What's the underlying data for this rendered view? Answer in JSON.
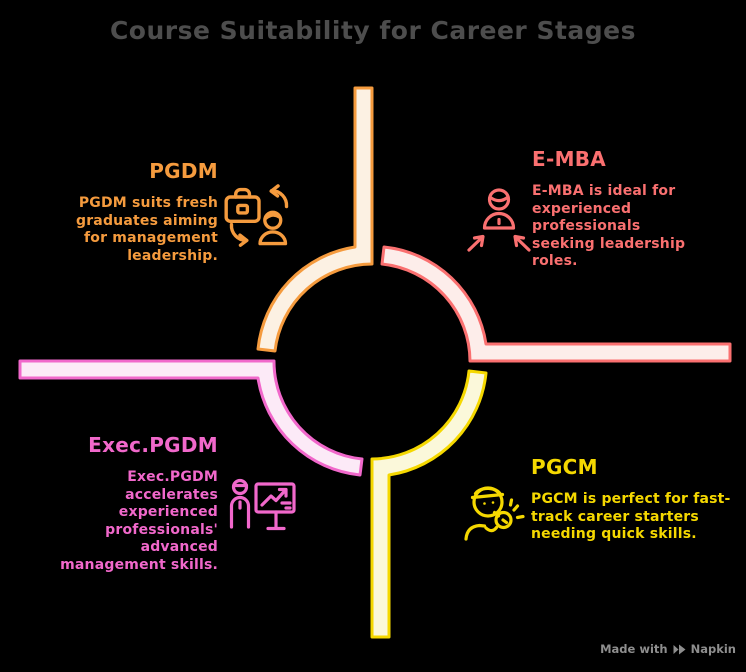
{
  "title": "Course Suitability for Career Stages",
  "diagram": {
    "type": "cycle-quadrants",
    "background": "#000000",
    "title_color": "#4D4D4D",
    "segments": [
      {
        "id": "pgdm",
        "position": "top-left",
        "heading": "PGDM",
        "body": "PGDM suits fresh\ngraduates aiming\nfor management\nleadership.",
        "color": "#F59B3E",
        "fill": "#FCF1E3",
        "icon": "briefcase-person-cycle-icon"
      },
      {
        "id": "emba",
        "position": "top-right",
        "heading": "E-MBA",
        "body": "E-MBA is ideal for\nexperienced\nprofessionals\nseeking leadership\nroles.",
        "color": "#FA7070",
        "fill": "#FDEDEA",
        "icon": "person-focus-arrows-icon"
      },
      {
        "id": "exec_pgdm",
        "position": "bottom-left",
        "heading": "Exec.PGDM",
        "body": "Exec.PGDM\naccelerates\nexperienced\nprofessionals'\nadvanced\nmanagement skills.",
        "color": "#F168CB",
        "fill": "#FCEAF7",
        "icon": "presenter-growth-chart-icon"
      },
      {
        "id": "pgcm",
        "position": "bottom-right",
        "heading": "PGCM",
        "body": "PGCM is perfect for fast-\ntrack career starters\nneeding quick skills.",
        "color": "#F5D800",
        "fill": "#FBF8DA",
        "icon": "coach-whistle-icon"
      }
    ]
  },
  "footer": {
    "made_with": "Made with",
    "brand": "Napkin",
    "color": "#8E8E8E"
  }
}
